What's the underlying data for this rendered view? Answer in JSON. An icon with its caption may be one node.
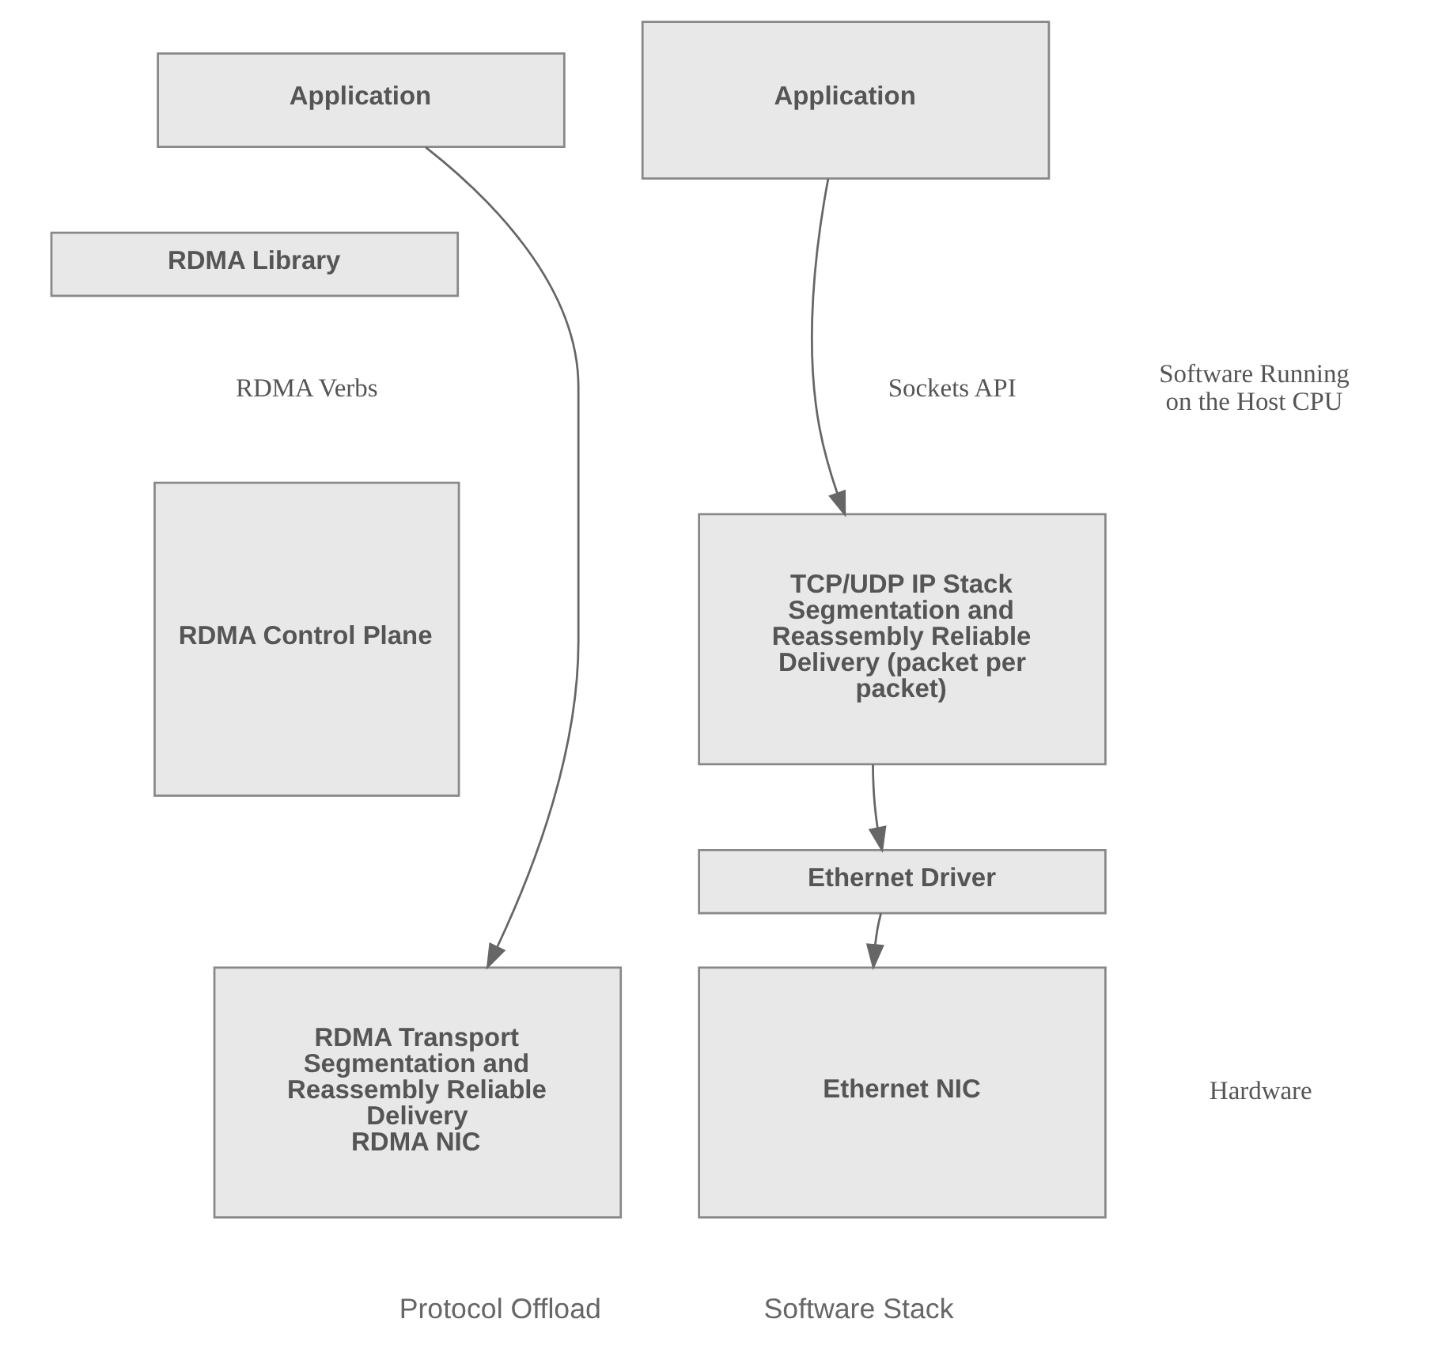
{
  "diagram": {
    "nodes": [
      {
        "text": [
          "Application"
        ]
      },
      {
        "text": [
          "RDMA Library"
        ]
      },
      {
        "text": [
          "RDMA Control Plane"
        ]
      },
      {
        "text": [
          "RDMA Transport Segmentation and Reassembly Reliable Delivery",
          "RDMA NIC"
        ]
      },
      {
        "text": [
          "Application"
        ]
      },
      {
        "text": [
          "TCP/UDP IP Stack Segmentation and Reassembly Reliable Delivery (packet per packet)"
        ]
      },
      {
        "text": [
          "Ethernet Driver"
        ]
      },
      {
        "text": [
          "Ethernet NIC"
        ]
      }
    ],
    "edges": [
      {
        "from": 0,
        "to": 3,
        "arrow": "to"
      },
      {
        "from": 4,
        "to": 5,
        "arrow": "to"
      },
      {
        "from": 5,
        "to": 6,
        "arrow": "to"
      },
      {
        "from": 6,
        "to": 7,
        "arrow": "to"
      }
    ],
    "labels": [
      "RDMA Verbs",
      "Sockets API",
      "Software Running on the Host CPU",
      "Hardware",
      "Protocol Offload",
      "Software Stack"
    ]
  }
}
